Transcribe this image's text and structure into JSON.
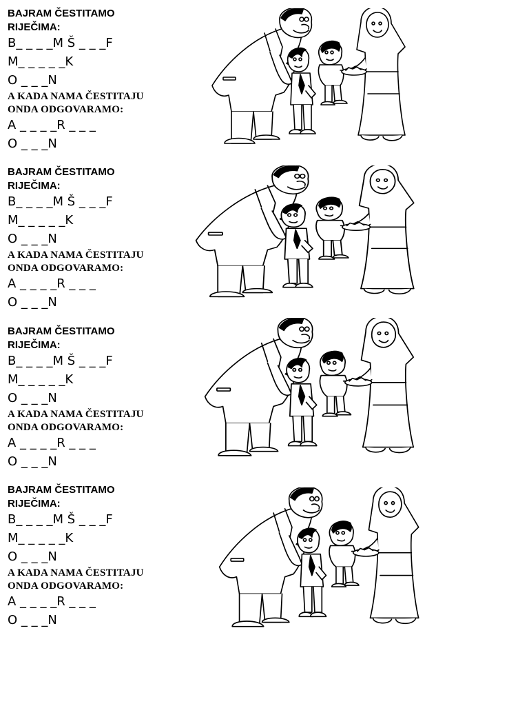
{
  "worksheet": {
    "sections": [
      {
        "heading_line1": "BAJRAM ČESTITAMO",
        "heading_line2": "RIJEČIMA:",
        "puzzle1": "B_ _ _ _M Š _ _ _F",
        "puzzle2": "M_ _ _ _ _K",
        "puzzle3": "O _ _ _N",
        "reply_line1": "A KADA NAMA ČESTITAJU",
        "reply_line2": "ONDA ODGOVARAMO:",
        "puzzle4": "A _ _ _ _R _ _ _",
        "puzzle5": "O _ _ _N"
      },
      {
        "heading_line1": "BAJRAM ČESTITAMO",
        "heading_line2": "RIJEČIMA:",
        "puzzle1": "B_ _ _ _M Š _ _ _F",
        "puzzle2": "M_ _ _ _ _K",
        "puzzle3": "O _ _ _N",
        "reply_line1": "A KADA NAMA ČESTITAJU",
        "reply_line2": "ONDA ODGOVARAMO:",
        "puzzle4": "A _ _ _ _R _ _ _",
        "puzzle5": "O _ _ _N"
      },
      {
        "heading_line1": "BAJRAM ČESTITAMO",
        "heading_line2": "RIJEČIMA:",
        "puzzle1": "B_ _ _ _M Š _ _ _F",
        "puzzle2": "M_ _ _ _ _K",
        "puzzle3": "O _ _ _N",
        "reply_line1": "A KADA NAMA ČESTITAJU",
        "reply_line2": "ONDA ODGOVARAMO:",
        "puzzle4": "A _ _ _ _R _ _ _",
        "puzzle5": "O _ _ _N"
      },
      {
        "heading_line1": "BAJRAM ČESTITAMO",
        "heading_line2": "RIJEČIMA:",
        "puzzle1": "B_ _ _ _M Š _ _ _F",
        "puzzle2": "M_ _ _ _ _K",
        "puzzle3": "O _ _ _N",
        "reply_line1": "A KADA NAMA ČESTITAJU",
        "reply_line2": "ONDA ODGOVARAMO:",
        "puzzle4": "A _ _ _ _R _ _ _",
        "puzzle5": "O _ _ _N"
      }
    ],
    "illustration": {
      "subject": "family-bajram-greeting",
      "ink_color": "#000000",
      "paper_color": "#ffffff"
    }
  }
}
